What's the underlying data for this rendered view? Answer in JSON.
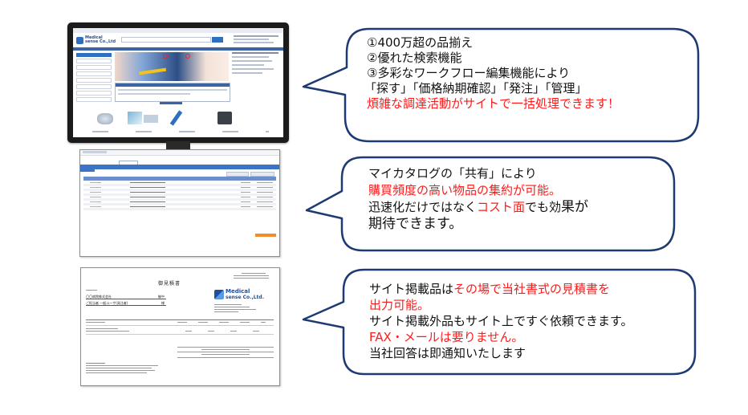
{
  "monitor": {
    "brand_line1": "Medical",
    "brand_line2": "sense Co.,Ltd"
  },
  "quote_doc": {
    "title": "御見積書",
    "customer": "〇〇病院株式会社",
    "customer_suffix": "御中",
    "person": "ご担当者 一般ユーザ(発注者)",
    "person_suffix": "様",
    "logo_line1": "Medical",
    "logo_line2": "sense Co.,Ltd."
  },
  "bubble1": {
    "line1": "①400万超の品揃え",
    "line2": "②優れた検索機能",
    "line3": "③多彩なワークフロー編集機能により",
    "line4": "「探す」「価格納期確認」「発注」「管理」",
    "line5": "煩雑な調達活動がサイトで一括処理できます！"
  },
  "bubble2": {
    "line1": "マイカタログの「共有」により",
    "line2": "購買頻度の高い物品の集約が可能。",
    "line3a": "迅速化だけではなく",
    "line3b": "コスト面",
    "line3c": "でも効",
    "line3d": "果",
    "line3e": "が",
    "line4": "期待できます。"
  },
  "bubble3": {
    "line1a": "サイト掲載品は",
    "line1b": "その場で当社書式の見積書を",
    "line2": "出力可能。",
    "line3": "サイト掲載外品もサイト上ですぐ依頼できます。",
    "line4": "FAX・メールは要りません。",
    "line5": "当社回答は即通知いたします"
  },
  "colors": {
    "accent_red": "#ff1a1a",
    "bubble_border": "#1e3a72",
    "site_blue": "#2f6fbf"
  }
}
